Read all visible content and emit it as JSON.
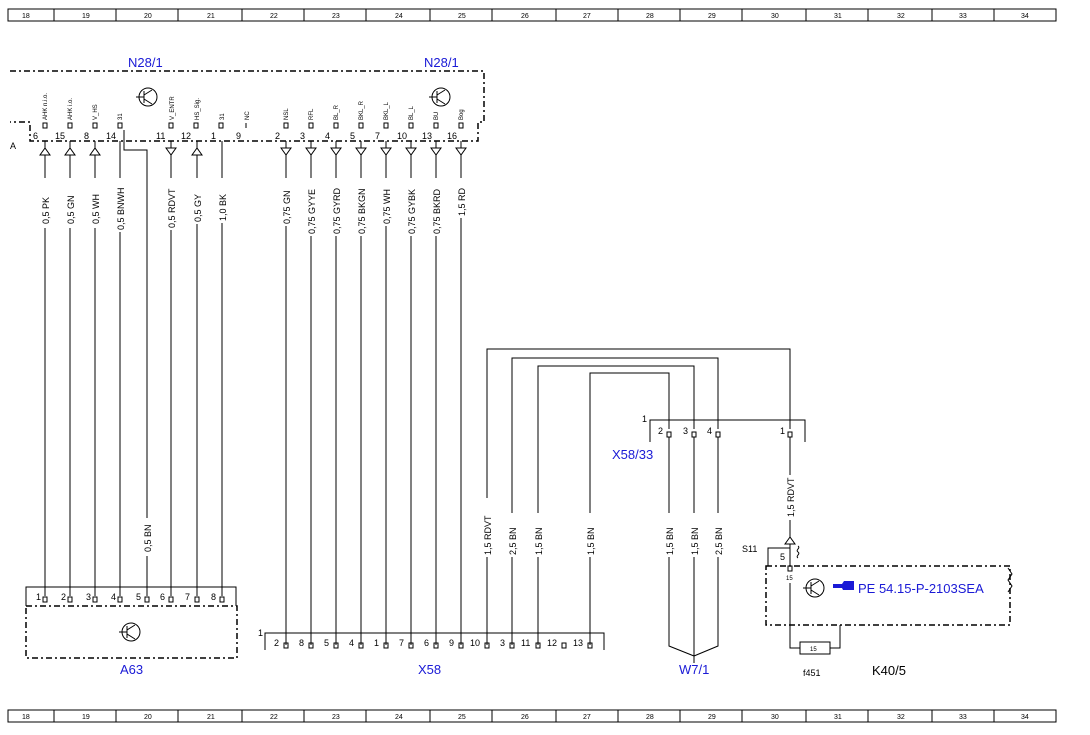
{
  "grid": [
    "18",
    "19",
    "20",
    "21",
    "22",
    "23",
    "24",
    "25",
    "26",
    "27",
    "28",
    "29",
    "30",
    "31",
    "32",
    "33",
    "34"
  ],
  "components": {
    "n28_left": "N28/1",
    "n28_right": "N28/1",
    "a63": "A63",
    "x58": "X58",
    "w7": "W7/1",
    "x58_33": "X58/33",
    "f451": "f451",
    "k40": "K40/5",
    "s11": "S11",
    "ref": "PE 54.15-P-2103SEA",
    "fuse": "15"
  },
  "n28": {
    "side_label": "A",
    "pins": [
      {
        "num": "6",
        "sig": "AHK n.i.o."
      },
      {
        "num": "15",
        "sig": "AHK i.o."
      },
      {
        "num": "8",
        "sig": "V_HS"
      },
      {
        "num": "14",
        "sig": "31"
      },
      {
        "num": "11",
        "sig": "V_ENTR"
      },
      {
        "num": "12",
        "sig": "HS_Sig."
      },
      {
        "num": "1",
        "sig": "31"
      },
      {
        "num": "9",
        "sig": "NC"
      },
      {
        "num": "2",
        "sig": "NSL"
      },
      {
        "num": "3",
        "sig": "RFL"
      },
      {
        "num": "4",
        "sig": "BL_R"
      },
      {
        "num": "5",
        "sig": "BKL_R"
      },
      {
        "num": "7",
        "sig": "BKL_L"
      },
      {
        "num": "10",
        "sig": "BL_L"
      },
      {
        "num": "13",
        "sig": "BU"
      },
      {
        "num": "16",
        "sig": "Bog"
      }
    ]
  },
  "wires_top": [
    "0,5 PK",
    "0,5 GN",
    "0,5 WH",
    "0,5 BNWH",
    "0,5 RDVT",
    "0,5 GY",
    "1,0 BK",
    "0,75 GN",
    "0,75 GYYE",
    "0,75 GYRD",
    "0,75 BKGN",
    "0,75 WH",
    "0,75 GYBK",
    "0,75 BKRD",
    "1,5 RD"
  ],
  "wires_lower": [
    "0,5 BN",
    "1,5 RDVT",
    "2,5 BN",
    "1,5 BN",
    "1,5 BN",
    "1,5 BN",
    "1,5 BN",
    "2,5 BN",
    "1,5 RDVT"
  ],
  "a63_pins": [
    "1",
    "2",
    "3",
    "4",
    "5",
    "6",
    "7",
    "8"
  ],
  "x58_pins": [
    "1",
    "2",
    "8",
    "5",
    "4",
    "1",
    "7",
    "6",
    "9",
    "10",
    "3",
    "11",
    "12",
    "13"
  ],
  "x58_33_pins": [
    "1",
    "2",
    "3",
    "4",
    "1"
  ],
  "k40_pins": [
    "5",
    "15"
  ]
}
